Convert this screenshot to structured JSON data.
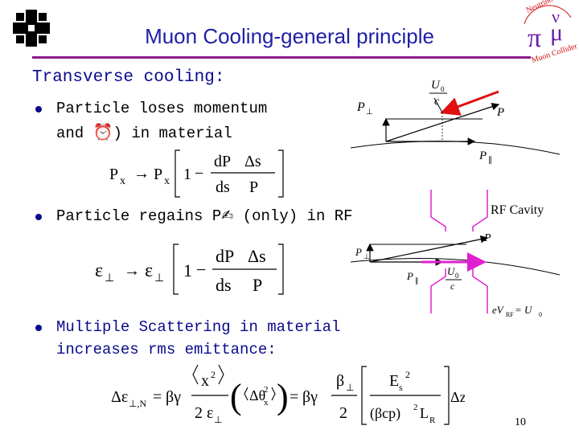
{
  "slide": {
    "title": "Muon Cooling-general principle",
    "section_heading": "Transverse cooling:",
    "page_number": "10"
  },
  "logos": {
    "left": "fermilab-logo-icon",
    "right_pi": "π",
    "right_mu": "μ",
    "right_nu": "ν",
    "ring_top": "Neutrino Factory",
    "ring_bottom": "Muon Collider"
  },
  "bullets": [
    {
      "line1": "Particle loses momentum",
      "line2": "and ",
      "line2_glyph": "⏰",
      "line2_tail": ") in material"
    },
    {
      "line1_a": "Particle regains P",
      "line1_glyph": "✍",
      "line1_b": " (only) in RF"
    },
    {
      "line1": "Multiple Scattering in material",
      "line2": "increases rms emittance:"
    }
  ],
  "equations": {
    "eq1": {
      "lhs_var": "P",
      "lhs_sub": "x",
      "arrow": "→",
      "rhs_var": "P",
      "rhs_sub": "x",
      "one": "1",
      "minus": "−",
      "num1": "dP",
      "num2": "Δs",
      "den1": "ds",
      "den2": "P"
    },
    "eq2": {
      "lhs_var": "ε",
      "lhs_sub": "⊥",
      "arrow": "→",
      "rhs_var": "ε",
      "rhs_sub": "⊥",
      "one": "1",
      "minus": "−",
      "num1": "dP",
      "num2": "Δs",
      "den1": "ds",
      "den2": "P"
    },
    "eq3": {
      "lhs": "Δε",
      "lhs_sub": "⊥,N",
      "eq": "=",
      "bg": "βγ",
      "frac1_num": "x",
      "frac1_sup": "2",
      "frac1_den": "2 ε",
      "frac1_den_sub": "⊥",
      "paren_inner": "Δθ",
      "paren_sub": "x",
      "paren_sup": "2",
      "eq2": "=",
      "bg2": "βγ",
      "frac2_num": "β",
      "frac2_num_sub": "⊥",
      "frac2_den": "2",
      "frac3_num": "E",
      "frac3_num_sub": "s",
      "frac3_num_sup": "2",
      "frac3_den": "(βcp)",
      "frac3_den_sup": "2",
      "frac3_den_tail": "L",
      "frac3_den_sub": "R",
      "tail": "Δz"
    }
  },
  "diagram1": {
    "label_u0": "U",
    "label_u0_sub": "0",
    "label_c": "c",
    "label_p_perp": "P",
    "label_p_perp_sub": "⊥",
    "label_p": "P",
    "label_p_par": "P",
    "label_p_par_sub": "∥"
  },
  "diagram2": {
    "rf_label": "RF Cavity",
    "label_p": "P",
    "label_p_perp": "P",
    "label_p_perp_sub": "⊥",
    "label_p_par": "P",
    "label_p_par_sub": "∥",
    "label_u0": "U",
    "label_u0_sub": "0",
    "label_c": "c",
    "label_ev": "eV",
    "label_ev_sub": "RF",
    "label_ev_tail": " = U",
    "label_ev_tail_sub": "0"
  },
  "colors": {
    "title": "#1f1fa8",
    "rule": "#8a1a8a",
    "heading": "#0a0a8c",
    "cavity": "#e020d0",
    "arrow_red": "#e01010"
  }
}
